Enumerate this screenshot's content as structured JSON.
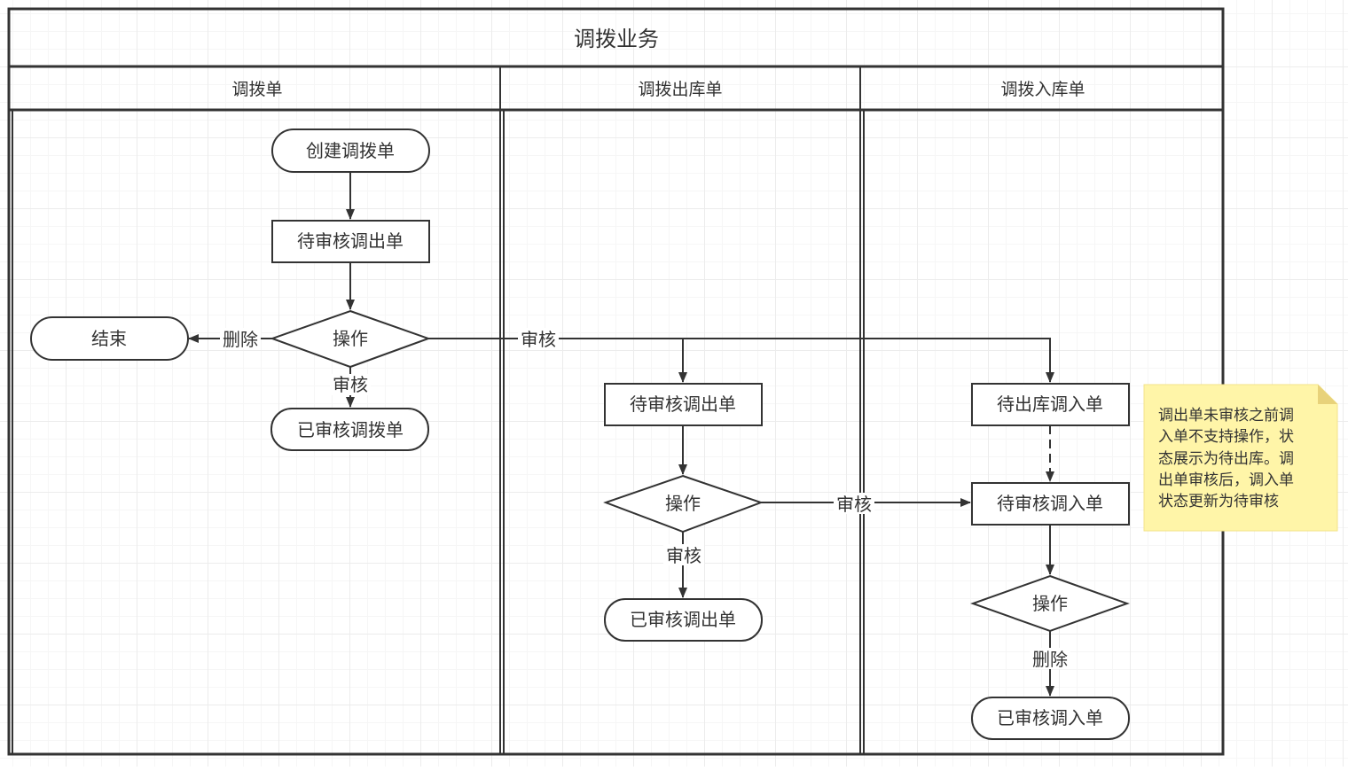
{
  "diagram": {
    "title": "调拨业务",
    "lanes": [
      {
        "id": "lane1",
        "label": "调拨单"
      },
      {
        "id": "lane2",
        "label": "调拨出库单"
      },
      {
        "id": "lane3",
        "label": "调拨入库单"
      }
    ],
    "nodes": {
      "create": "创建调拨单",
      "pending_out_1": "待审核调出单",
      "op_1": "操作",
      "end": "结束",
      "approved_transfer": "已审核调拨单",
      "pending_out_2": "待审核调出单",
      "op_2": "操作",
      "approved_out": "已审核调出单",
      "pending_outbound_in": "待出库调入单",
      "pending_in": "待审核调入单",
      "op_3": "操作",
      "approved_in": "已审核调入单"
    },
    "edge_labels": {
      "delete_1": "删除",
      "approve_1": "审核",
      "approve_cross": "审核",
      "approve_2": "审核",
      "approve_cross_2": "审核",
      "delete_3": "删除"
    },
    "note": {
      "lines": [
        "调出单未审核之前调",
        "入单不支持操作，状",
        "态展示为待出库。调",
        "出单审核后，调入单",
        "状态更新为待审核"
      ]
    }
  }
}
